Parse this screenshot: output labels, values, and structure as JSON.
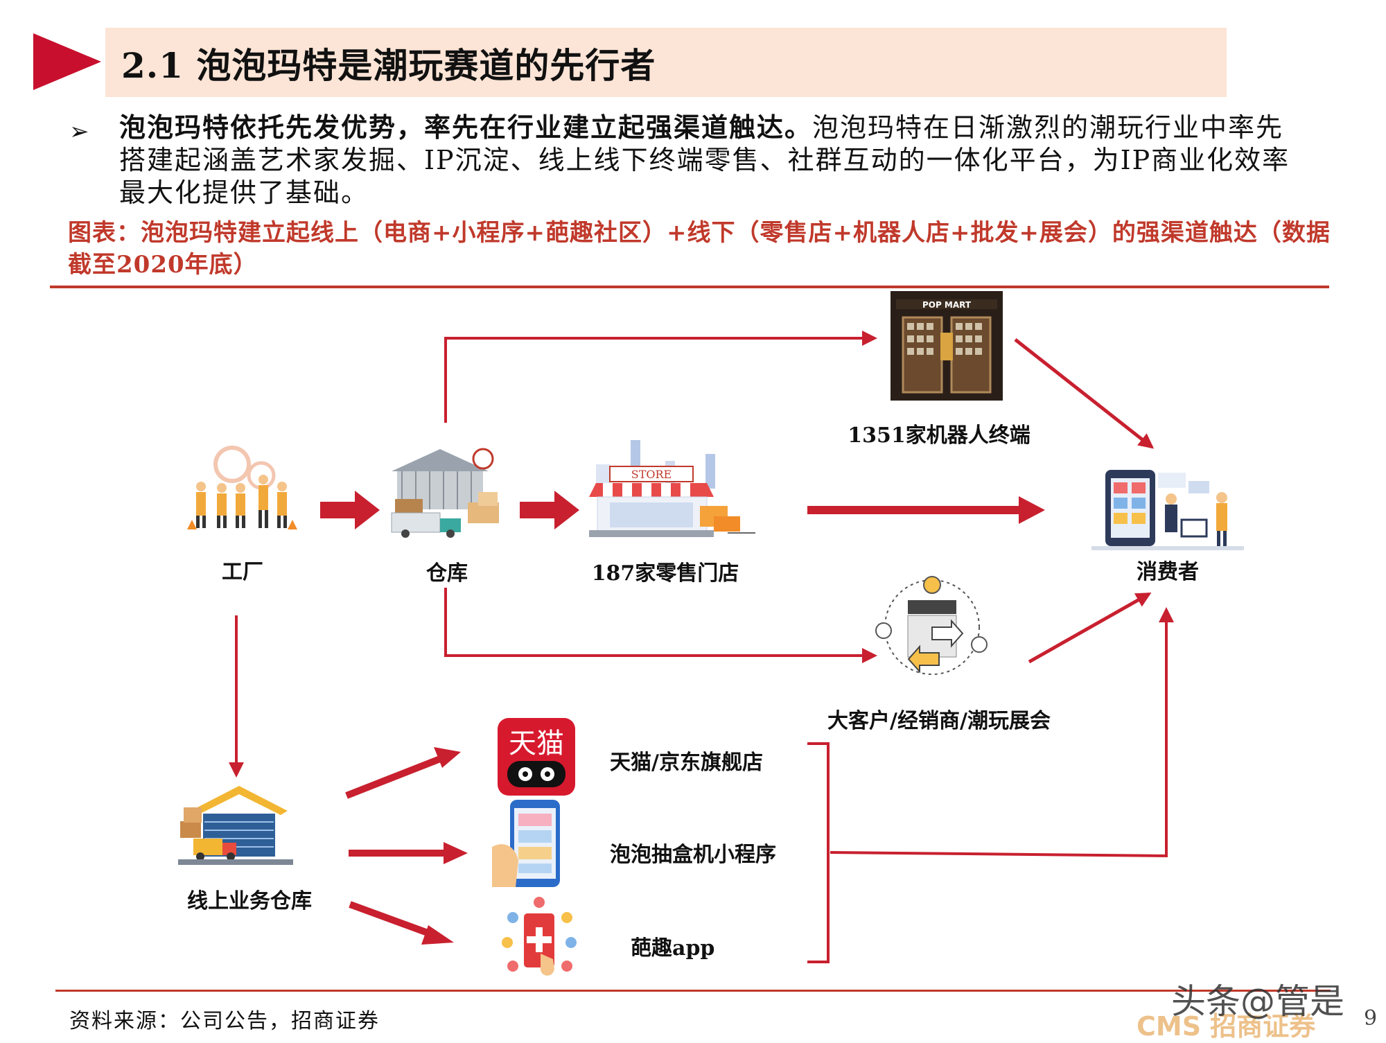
{
  "header": {
    "title": "2.1 泡泡玛特是潮玩赛道的先行者"
  },
  "bullet": {
    "lead": "泡泡玛特依托先发优势，率先在行业建立起强渠道触达。",
    "body": "泡泡玛特在日渐激烈的潮玩行业中率先搭建起涵盖艺术家发掘、IP沉淀、线上线下终端零售、社群互动的一体化平台，为IP商业化效率最大化提供了基础。"
  },
  "figure": {
    "caption": "图表：泡泡玛特建立起线上（电商+小程序+葩趣社区）+线下（零售店+机器人店+批发+展会）的强渠道触达（数据截至2020年底）"
  },
  "diagram": {
    "nodes": {
      "factory": "工厂",
      "warehouse": "仓库",
      "retail": "187家零售门店",
      "robot": "1351家机器人终端",
      "consumer": "消费者",
      "wholesale": "大客户/经销商/潮玩展会",
      "online_warehouse": "线上业务仓库",
      "tmall_jd": "天猫/京东旗舰店",
      "mini_program": "泡泡抽盒机小程序",
      "paqu": "葩趣app"
    },
    "icon_texts": {
      "popmart_sign": "POP MART",
      "store_sign": "STORE",
      "tmall_logo": "天猫"
    }
  },
  "footer": {
    "source": "资料来源：公司公告，招商证券",
    "watermark": "头条@管是",
    "logo": "CMS 招商证券",
    "page": "9"
  },
  "colors": {
    "accent_red": "#c0392b",
    "arrow_red": "#c8202f",
    "title_bg": "#fce4d6"
  }
}
